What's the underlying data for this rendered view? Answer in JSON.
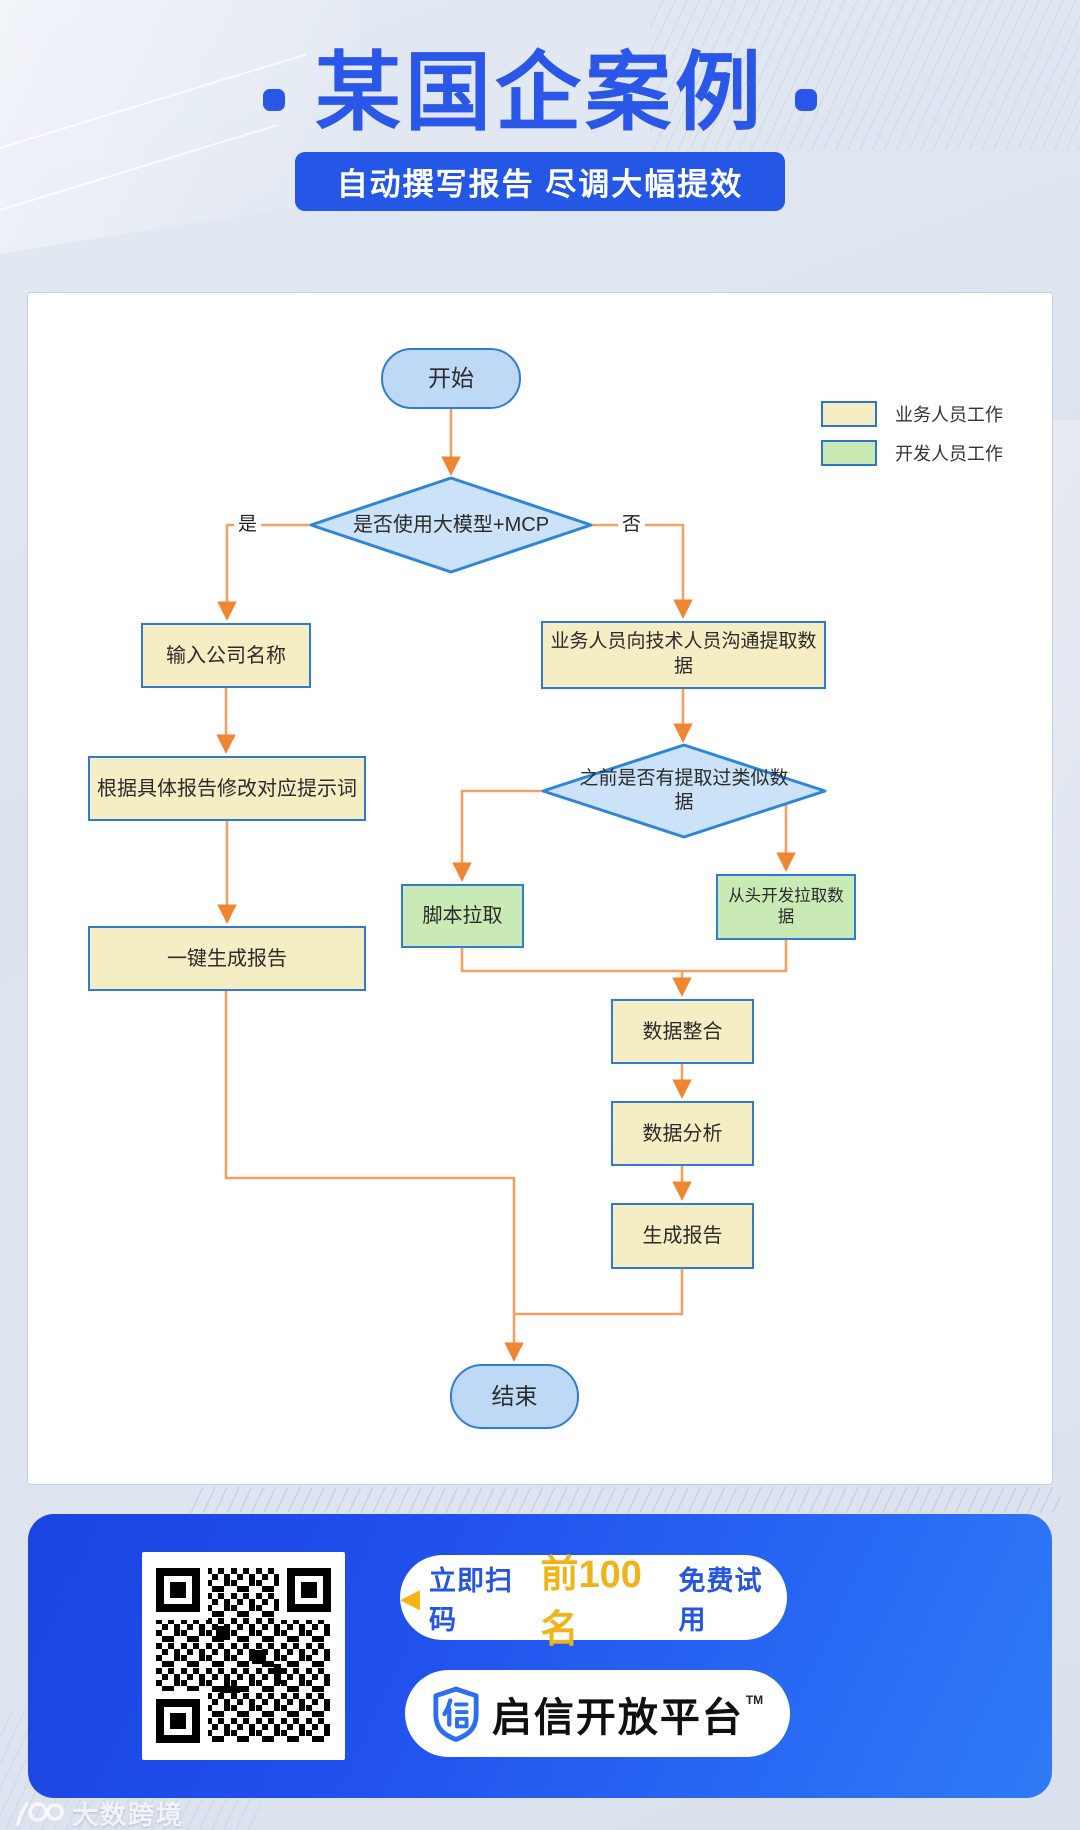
{
  "header": {
    "title": "某国企案例",
    "subtitle": "自动撰写报告 尽调大幅提效"
  },
  "legend": {
    "items": [
      {
        "label": "业务人员工作",
        "color": "#f5edc3"
      },
      {
        "label": "开发人员工作",
        "color": "#c9eab5"
      }
    ]
  },
  "flow": {
    "start": "开始",
    "decision1": "是否使用大模型+MCP",
    "yes": "是",
    "no": "否",
    "step_input": "输入公司名称",
    "step_prompt": "根据具体报告修改对应提示词",
    "step_oneclick": "一键生成报告",
    "step_comm": "业务人员向技术人员沟通提取数据",
    "decision2": "之前是否有提取过类似数据",
    "step_script": "脚本拉取",
    "step_dev": "从头开发拉取数据",
    "step_integration": "数据整合",
    "step_analysis": "数据分析",
    "step_genreport": "生成报告",
    "end": "结束",
    "edges": [
      {
        "from": "开始",
        "to": "是否使用大模型+MCP"
      },
      {
        "from": "是否使用大模型+MCP",
        "to": "输入公司名称",
        "label": "是"
      },
      {
        "from": "是否使用大模型+MCP",
        "to": "业务人员向技术人员沟通提取数据",
        "label": "否"
      },
      {
        "from": "输入公司名称",
        "to": "根据具体报告修改对应提示词"
      },
      {
        "from": "根据具体报告修改对应提示词",
        "to": "一键生成报告"
      },
      {
        "from": "一键生成报告",
        "to": "结束"
      },
      {
        "from": "业务人员向技术人员沟通提取数据",
        "to": "之前是否有提取过类似数据"
      },
      {
        "from": "之前是否有提取过类似数据",
        "to": "脚本拉取"
      },
      {
        "from": "之前是否有提取过类似数据",
        "to": "从头开发拉取数据"
      },
      {
        "from": "脚本拉取",
        "to": "数据整合"
      },
      {
        "from": "从头开发拉取数据",
        "to": "数据整合"
      },
      {
        "from": "数据整合",
        "to": "数据分析"
      },
      {
        "from": "数据分析",
        "to": "生成报告"
      },
      {
        "from": "生成报告",
        "to": "结束"
      }
    ]
  },
  "banner": {
    "cta_arrow": "◀",
    "cta_prefix": "立即扫码",
    "cta_highlight": "前100名",
    "cta_suffix": "免费试用",
    "brand": "启信开放平台",
    "brand_tm": "TM"
  },
  "watermark": {
    "text": "大数跨境"
  },
  "colors": {
    "accent_blue": "#2b57e8",
    "badge_blue": "#2457e5",
    "node_yellow": "#f5edc3",
    "node_green": "#c9eab5",
    "node_blue": "#bdd9f5",
    "node_border": "#2e7bd0",
    "arrow_orange": "#f3a162",
    "banner_gradient_start": "#1c43e0",
    "banner_gradient_end": "#2e7bf7",
    "cta_yellow": "#efb41a"
  }
}
